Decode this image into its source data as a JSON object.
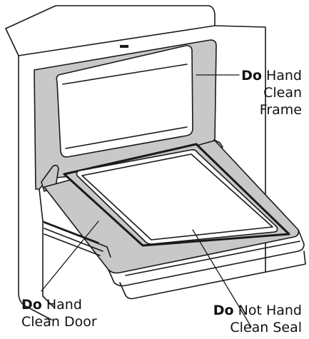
{
  "colors": {
    "line": "#1a1a1a",
    "gasket": "#c8c8c8",
    "window": "#ffffff",
    "background": "#ffffff"
  },
  "callouts": {
    "frame": {
      "strong": "Do",
      "line1_rest": " Hand",
      "line2": "Clean",
      "line3": "Frame"
    },
    "door": {
      "strong": "Do",
      "line1_rest": " Hand",
      "line2": "Clean Door"
    },
    "seal": {
      "strong": "Do",
      "line1_rest": " Not Hand",
      "line2": "Clean Seal"
    }
  }
}
